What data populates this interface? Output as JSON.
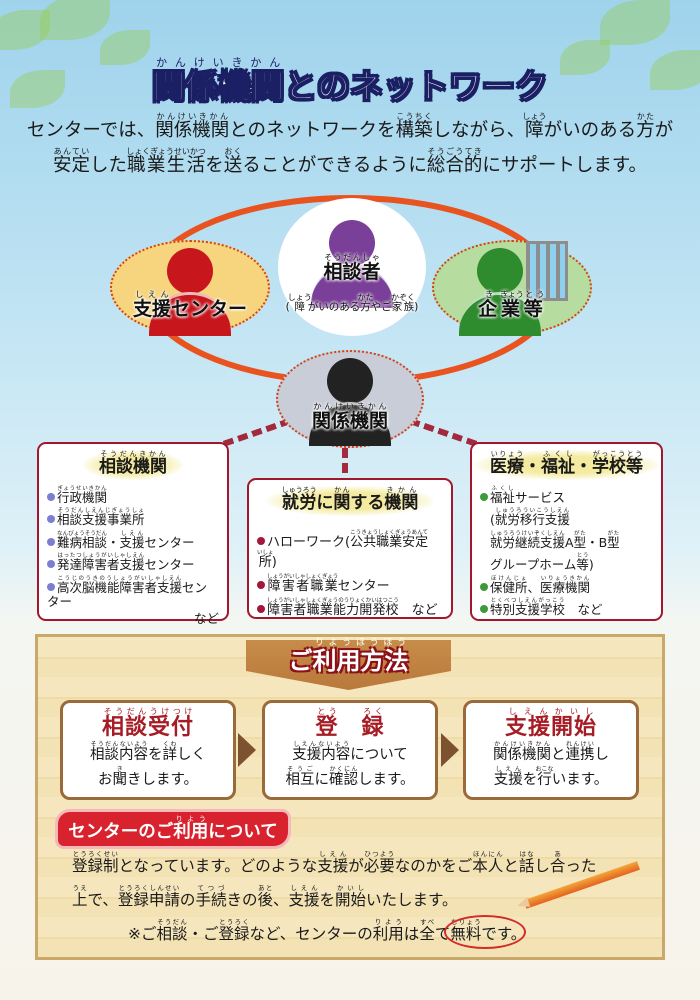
{
  "header": {
    "title": [
      [
        "関係機関",
        "かんけいきかん"
      ],
      "とのネットワーク"
    ],
    "intro_lines": [
      [
        "センターでは、",
        [
          "関係機関",
          "かんけいきかん"
        ],
        "とのネットワークを",
        [
          "構築",
          "こうちく"
        ],
        "しながら、",
        [
          "障",
          "しょう"
        ],
        "がいのある",
        [
          "方",
          "かた"
        ],
        "が"
      ],
      [
        [
          "安定",
          "あんてい"
        ],
        "した",
        [
          "職業生活",
          "しょくぎょうせいかつ"
        ],
        "を",
        [
          "送",
          "おく"
        ],
        "ることができるように",
        [
          "総合的",
          "そうごうてき"
        ],
        "にサポートします。"
      ]
    ]
  },
  "network": {
    "support_center": [
      [
        "支援",
        "しえん"
      ],
      "センター"
    ],
    "consultant": [
      [
        "相談者",
        "そうだんしゃ"
      ]
    ],
    "consultant_note": [
      "(",
      [
        "障",
        "しょう"
      ],
      "がいのある",
      [
        "方",
        "かた"
      ],
      "やご",
      [
        "家族",
        "かぞく"
      ],
      ")"
    ],
    "companies": [
      [
        "企",
        "き"
      ],
      [
        "業",
        "ぎょう"
      ],
      [
        "等",
        "とう"
      ]
    ],
    "agencies": [
      [
        "関係機関",
        "かんけいきかん"
      ]
    ],
    "colors": {
      "support": "#c8161d",
      "consultant": "#7a3f98",
      "company": "#2e8b2e",
      "agency": "#222222",
      "ring": "#e8531f"
    }
  },
  "boxes": [
    {
      "title": [
        [
          "相談機関",
          "そうだんきかん"
        ]
      ],
      "bullet_color": "#7b7fd0",
      "items": [
        [
          [
            "行政機関",
            "ぎょうせいきかん"
          ]
        ],
        [
          [
            "相談支援事業所",
            "そうだんしえんじぎょうしょ"
          ]
        ],
        [
          [
            "難病相談",
            "なんびょうそうだん"
          ],
          "・",
          [
            "支援",
            "しえん"
          ],
          "センター"
        ],
        [
          [
            "発達障害者支援",
            "はったつしょうがいしゃしえん"
          ],
          "センター"
        ],
        [
          [
            "高次脳機能障害者支援",
            "こうじのうきのうしょうがいしゃしえん"
          ],
          "センター"
        ]
      ],
      "tail": "など"
    },
    {
      "title": [
        [
          "就労",
          "しゅうろう"
        ],
        "に",
        [
          "関",
          "かん"
        ],
        "する",
        [
          "機関",
          "きかん"
        ]
      ],
      "bullet_color": "#a3173a",
      "items": [
        [
          "ハローワーク(",
          [
            "公共職業安定所",
            "こうきょうしょくぎょうあんていしょ"
          ],
          ")"
        ],
        [
          [
            "障害者職業",
            "しょうがいしゃしょくぎょう"
          ],
          "センター"
        ],
        [
          [
            "障害者職業能力開発校",
            "しょうがいしゃしょくぎょうのうりょくかいはつこう"
          ],
          "　など"
        ]
      ],
      "tail": ""
    },
    {
      "title": [
        [
          "医療",
          "いりょう"
        ],
        "・",
        [
          "福祉",
          "ふくし"
        ],
        "・",
        [
          "学校等",
          "がっこうとう"
        ]
      ],
      "bullet_color": "#3c9a3c",
      "items": [
        [
          [
            "福祉",
            "ふくし"
          ],
          "サービス"
        ],
        [
          "(",
          [
            "就労移行支援",
            "しゅうろういこうしえん"
          ]
        ],
        [
          [
            "就労継続支援",
            "しゅうろうけいぞくしえん"
          ],
          "A",
          [
            "型",
            "がた"
          ],
          "・B",
          [
            "型",
            "がた"
          ]
        ],
        [
          "グループホーム",
          [
            "等",
            "とう"
          ],
          ")"
        ],
        [
          [
            "保健所",
            "ほけんじょ"
          ],
          "、",
          [
            "医療機関",
            "いりょうきかん"
          ]
        ],
        [
          [
            "特別支援学校",
            "とくべつしえんがっこう"
          ],
          "　など"
        ]
      ],
      "bulleted": [
        true,
        false,
        false,
        false,
        true,
        true
      ],
      "tail": ""
    }
  ],
  "usage": {
    "banner": [
      "ご",
      [
        "利用方法",
        "りようほうほう"
      ]
    ],
    "steps": [
      {
        "title": [
          [
            "相談受付",
            "そうだんうけつけ"
          ]
        ],
        "lines": [
          [
            [
              "相談内容",
              "そうだんないよう"
            ],
            "を",
            [
              "詳",
              "くわ"
            ],
            "しく"
          ],
          [
            "お",
            [
              "聞",
              "き"
            ],
            "きします。"
          ]
        ]
      },
      {
        "title": [
          [
            "登",
            "とう"
          ],
          "　",
          [
            "録",
            "ろく"
          ]
        ],
        "lines": [
          [
            [
              "支援内容",
              "しえんないよう"
            ],
            "について"
          ],
          [
            [
              "相互",
              "そうご"
            ],
            "に",
            [
              "確認",
              "かくにん"
            ],
            "します。"
          ]
        ]
      },
      {
        "title": [
          [
            "支援開始",
            "しえんかいし"
          ]
        ],
        "lines": [
          [
            [
              "関係機関",
              "かんけいきかん"
            ],
            "と",
            [
              "連携",
              "れんけい"
            ],
            "し"
          ],
          [
            [
              "支援",
              "しえん"
            ],
            "を",
            [
              "行",
              "おこな"
            ],
            "います。"
          ]
        ]
      }
    ],
    "about_label": [
      "センターのご",
      [
        "利用",
        "りよう"
      ],
      "について"
    ],
    "paragraph": [
      [
        [
          "登録制",
          "とうろくせい"
        ],
        "となっています。どのような",
        [
          "支援",
          "しえん"
        ],
        "が",
        [
          "必要",
          "ひつよう"
        ],
        "なのかをご",
        [
          "本人",
          "ほんにん"
        ],
        "と",
        [
          "話",
          "はな"
        ],
        "し",
        [
          "合",
          "あ"
        ],
        "った"
      ],
      [
        [
          "上",
          "うえ"
        ],
        "で、",
        [
          "登録申請",
          "とうろくしんせい"
        ],
        "の",
        [
          "手続",
          "てつづ"
        ],
        "きの",
        [
          "後",
          "あと"
        ],
        "、",
        [
          "支援",
          "しえん"
        ],
        "を",
        [
          "開始",
          "かいし"
        ],
        "いたします。"
      ],
      [
        "※ご",
        [
          "相談",
          "そうだん"
        ],
        "・ご",
        [
          "登録",
          "とうろく"
        ],
        "など、センターの",
        [
          "利用",
          "りよう"
        ],
        "は",
        [
          "全",
          "すべ"
        ],
        "て",
        [
          "無料",
          "むりょう"
        ],
        "です。"
      ]
    ]
  }
}
